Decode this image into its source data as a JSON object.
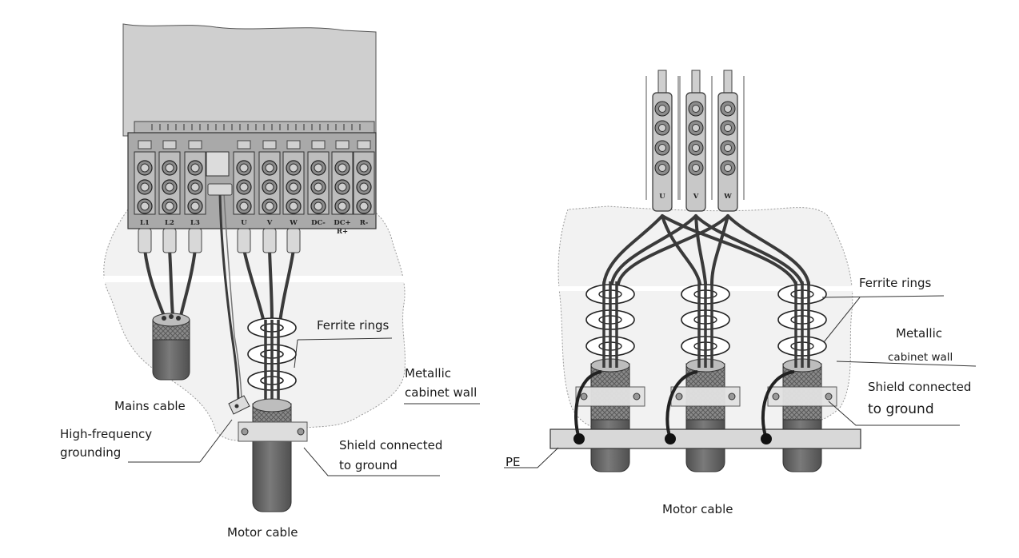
{
  "left_panel": {
    "terminals": [
      "L1",
      "L2",
      "L3",
      "U",
      "V",
      "W",
      "DC-",
      "DC+",
      "R-"
    ],
    "terminal_sub": "R+",
    "labels": {
      "ferrite_rings": "Ferrite rings",
      "metallic_wall_line1": "Metallic",
      "metallic_wall_line2": "cabinet wall",
      "mains_cable": "Mains cable",
      "hf_grounding_line1": "High-frequency",
      "hf_grounding_line2": "grounding",
      "shield_line1": "Shield connected",
      "shield_line2": "to ground",
      "motor_cable": "Motor cable"
    }
  },
  "right_panel": {
    "bus_labels": [
      "U",
      "V",
      "W"
    ],
    "labels": {
      "ferrite_rings": "Ferrite rings",
      "metallic_wall_line1": "Metallic",
      "metallic_wall_line2": "cabinet wall",
      "shield_line1": "Shield connected",
      "shield_line2": "to ground",
      "pe": "PE",
      "motor_cable": "Motor cable"
    }
  },
  "colors": {
    "cabinet": "#cfcfcf",
    "terminal_block": "#a9a9a9",
    "cable_jacket": "#6b6b6b",
    "wire": "#3a3a3a",
    "wall_fill": "#f2f2f2",
    "ground_bar": "#d8d8d8"
  }
}
